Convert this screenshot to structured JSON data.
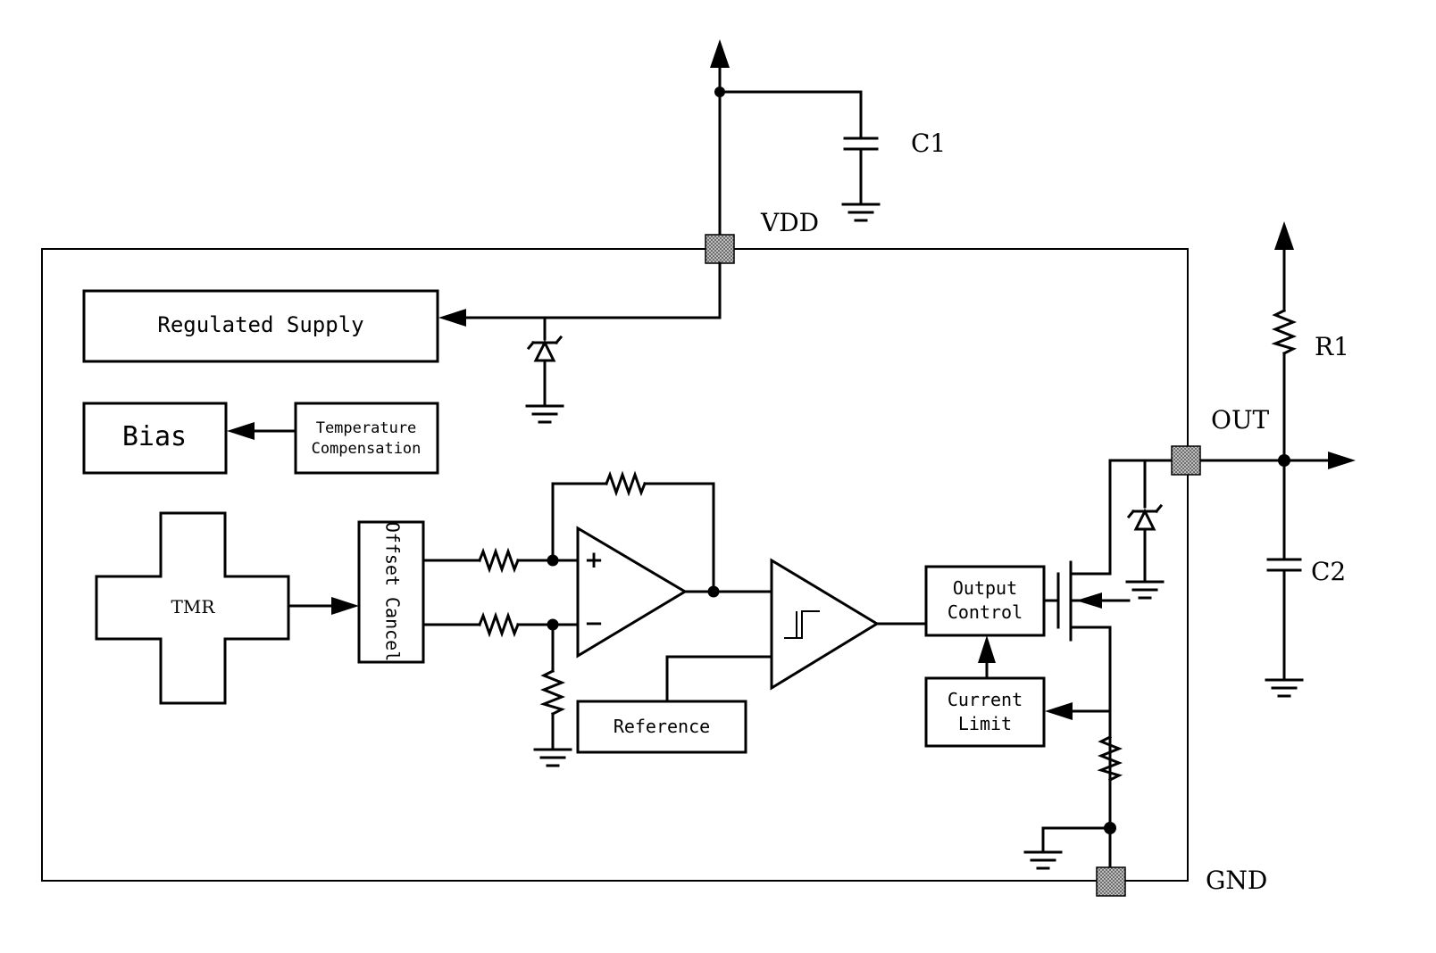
{
  "pins": {
    "vdd": "VDD",
    "out": "OUT",
    "gnd": "GND"
  },
  "external": {
    "c1": "C1",
    "c2": "C2",
    "r1": "R1"
  },
  "blocks": {
    "regulated_supply": "Regulated Supply",
    "bias": "Bias",
    "temp_comp_line1": "Temperature",
    "temp_comp_line2": "Compensation",
    "tmr": "TMR",
    "offset_cancel": "Offset Cancel",
    "reference": "Reference",
    "output_control_line1": "Output",
    "output_control_line2": "Control",
    "current_limit_line1": "Current",
    "current_limit_line2": "Limit"
  },
  "opamp": {
    "plus": "+",
    "minus": "−"
  }
}
